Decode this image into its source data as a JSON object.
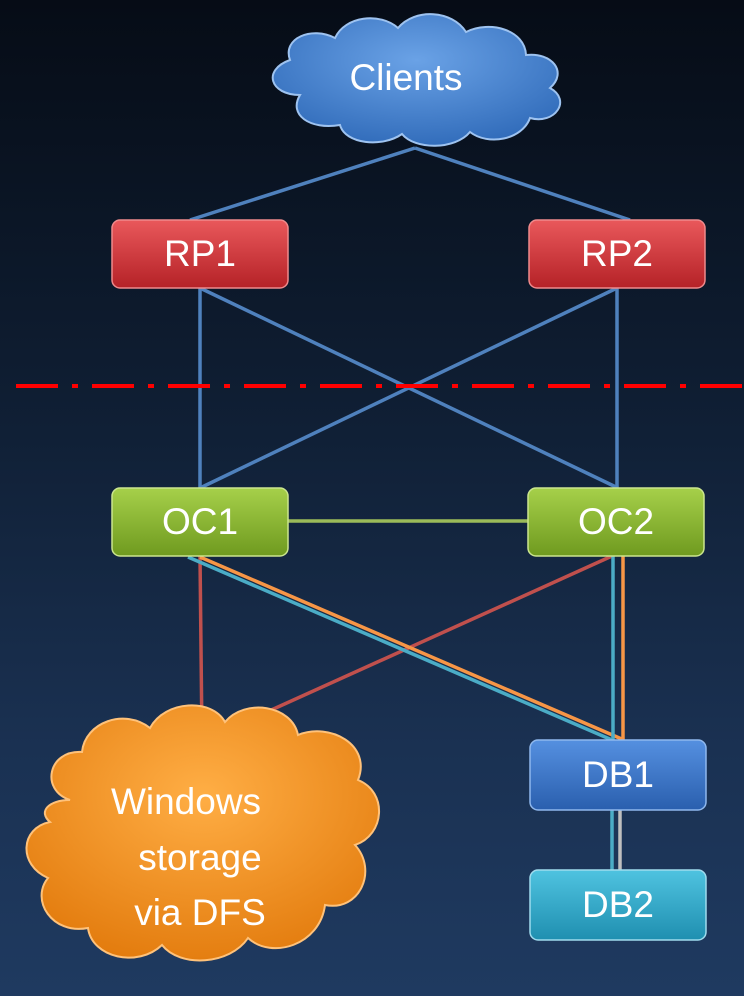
{
  "diagram": {
    "clients": {
      "label": "Clients"
    },
    "rp1": {
      "label": "RP1"
    },
    "rp2": {
      "label": "RP2"
    },
    "oc1": {
      "label": "OC1"
    },
    "oc2": {
      "label": "OC2"
    },
    "db1": {
      "label": "DB1"
    },
    "db2": {
      "label": "DB2"
    },
    "storage": {
      "line1": "Windows",
      "line2": "storage",
      "line3": "via DFS"
    }
  },
  "colors": {
    "rp": "#d4353a",
    "oc": "#8cb734",
    "db1": "#3a78cc",
    "db2": "#2fa9c9",
    "clients_cloud": "#4a86cf",
    "storage_cloud": "#f6921e",
    "link_blue": "#4f81bd",
    "link_green": "#9bbb59",
    "link_red": "#c0504d",
    "link_cyan": "#4bacc6",
    "link_orange": "#f79646",
    "link_gray": "#bfbfbf",
    "boundary": "#ff0000"
  }
}
